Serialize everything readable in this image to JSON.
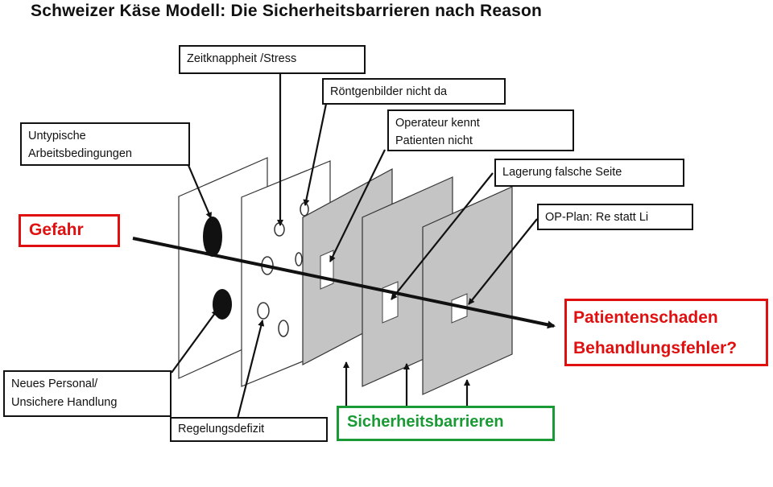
{
  "title": "Schweizer Käse Modell: Die Sicherheitsbarrieren nach Reason",
  "labels": {
    "gefahr": "Gefahr",
    "untypische_line1": "Untypische",
    "untypische_line2": "Arbeitsbedingungen",
    "zeitknappheit": "Zeitknappheit /Stress",
    "roentgen": "Röntgenbilder nicht da",
    "operateur_line1": "Operateur kennt",
    "operateur_line2": "Patienten nicht",
    "lagerung": "Lagerung falsche Seite",
    "op_plan": "OP-Plan: Re statt Li",
    "patientenschaden_line1": "Patientenschaden",
    "patientenschaden_line2": "Behandlungsfehler?",
    "neues_line1": "Neues Personal/",
    "neues_line2": "Unsichere Handlung",
    "regelungsdefizit": "Regelungsdefizit",
    "sicherheitsbarrieren": "Sicherheitsbarrieren"
  },
  "colors": {
    "danger": "#e01010",
    "barrier_label": "#1a9a35",
    "barrier_fill": "#c4c4c4"
  }
}
